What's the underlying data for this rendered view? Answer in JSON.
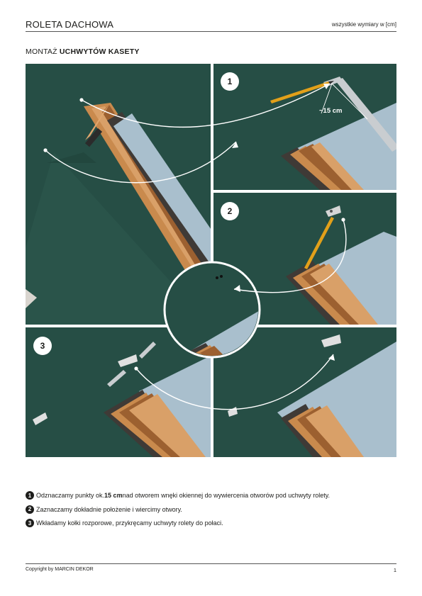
{
  "header": {
    "title": "ROLETA DACHOWA",
    "note": "wszystkie wymiary w [cm]"
  },
  "section": {
    "title_normal": "MONTAŻ ",
    "title_bold": "UCHWYTÓW KASETY"
  },
  "panels": {
    "step1": {
      "number": "1",
      "measure_label": "~15 cm"
    },
    "step2": {
      "number": "2"
    },
    "step3": {
      "number": "3"
    }
  },
  "steps": [
    {
      "number": "1",
      "text_before": "Odznaczamy punkty ok. ",
      "text_bold": "15 cm",
      "text_after": " nad otworem wnęki okiennej  do wywiercenia otworów pod uchwyty rolety."
    },
    {
      "number": "2",
      "text": "Zaznaczamy dokładnie położenie i wiercimy otwory."
    },
    {
      "number": "3",
      "text": "Wkładamy kołki rozporowe, przykręcamy uchwyty rolety do połaci."
    }
  ],
  "footer": {
    "copyright": "Copyright by MARCIN DEKOR",
    "page": "1"
  },
  "colors": {
    "wall": "#264e45",
    "wood": "#c98a4d",
    "wood_dark": "#9c6030",
    "glass": "#a9bfcd",
    "gasket": "#3f3a36",
    "pencil": "#e2a01a",
    "ruler": "#c9cdd0",
    "accent_line": "#ffffff"
  }
}
